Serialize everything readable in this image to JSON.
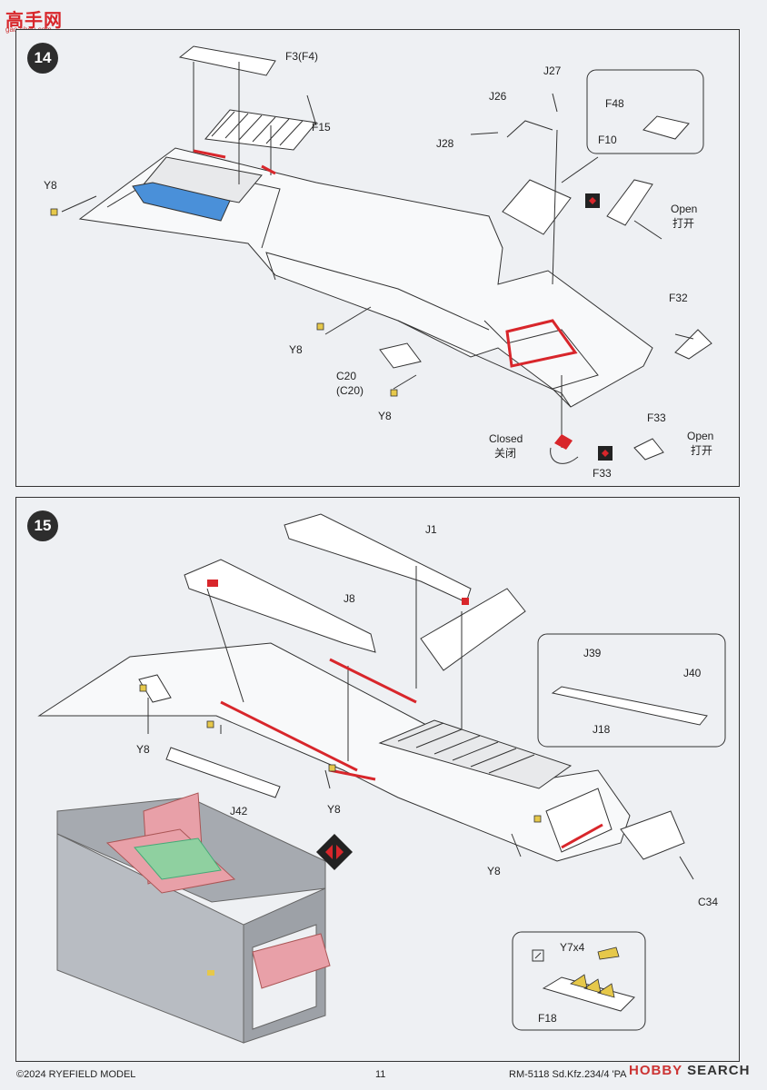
{
  "watermark": {
    "site": "高手网",
    "url": "gao-shou.com"
  },
  "step14": {
    "number": "14",
    "labels": {
      "f3": "F3(F4)",
      "f15": "F15",
      "j27": "J27",
      "j26": "J26",
      "j28": "J28",
      "f48": "F48",
      "f10": "F10",
      "y8a": "Y8",
      "y8b": "Y8",
      "y8c": "Y8",
      "open_en": "Open",
      "open_cn": "打开",
      "f32": "F32",
      "c20": "C20",
      "c20b": "(C20)",
      "closed_en": "Closed",
      "closed_cn": "关闭",
      "f33a": "F33",
      "f33b": "F33",
      "open2_en": "Open",
      "open2_cn": "打开"
    }
  },
  "step15": {
    "number": "15",
    "labels": {
      "j1": "J1",
      "j8": "J8",
      "j39": "J39",
      "j40": "J40",
      "j18": "J18",
      "y8a": "Y8",
      "y8b": "Y8",
      "y8c": "Y8",
      "j42": "J42",
      "c34": "C34",
      "y7x4": "Y7x4",
      "f18": "F18"
    }
  },
  "footer": {
    "copyright": "©2024 RYEFIELD MODEL",
    "page": "11",
    "model": "RM-5118 Sd.Kfz.234/4 'PANZERSPÄHWAGEN'",
    "watermark_red": "HOBBY",
    "watermark_dark": "SEARCH"
  },
  "colors": {
    "accent_red": "#d8262b",
    "blue_part": "#4a90d9",
    "yellow_part": "#e6c84a",
    "pink_part": "#e8a0a8",
    "green_part": "#8fd0a0"
  }
}
